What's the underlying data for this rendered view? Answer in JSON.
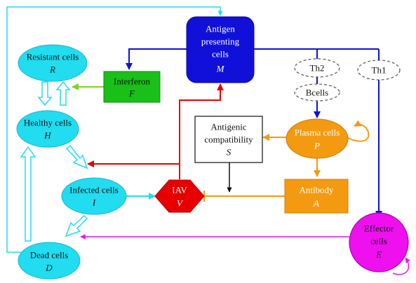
{
  "nodes": {
    "resistant": {
      "name": "Resistant cells",
      "symbol": "R"
    },
    "healthy": {
      "name": "Healthy cells",
      "symbol": "H"
    },
    "infected": {
      "name": "Infected cells",
      "symbol": "I"
    },
    "dead": {
      "name": "Dead cells",
      "symbol": "D"
    },
    "interferon": {
      "name": "Interferon",
      "symbol": "F"
    },
    "apc": {
      "line1": "Antigen",
      "line2": "presenting",
      "line3": "cells",
      "symbol": "M"
    },
    "th2": {
      "name": "Th2"
    },
    "th1": {
      "name": "Th1"
    },
    "bcells": {
      "name": "Bcells"
    },
    "plasma": {
      "name": "Plasma cells",
      "symbol": "P"
    },
    "antigenic": {
      "line1": "Antigenic",
      "line2": "compatibility",
      "symbol": "S"
    },
    "iav": {
      "name": "IAV",
      "symbol": "V"
    },
    "antibody": {
      "name": "Antibody",
      "symbol": "A"
    },
    "effector": {
      "line1": "Effector",
      "line2": "cells",
      "symbol": "E"
    }
  },
  "colors": {
    "cell": "#22dcf0",
    "cell_border": "#16b8d0",
    "apc": "#1010d8",
    "interferon": "#18c018",
    "plasma": "#f39a10",
    "iav": "#e80000",
    "effector": "#ee10ee",
    "effector_border": "#b000b0",
    "dashed_stroke": "#555555",
    "text_dark": "#111111"
  }
}
